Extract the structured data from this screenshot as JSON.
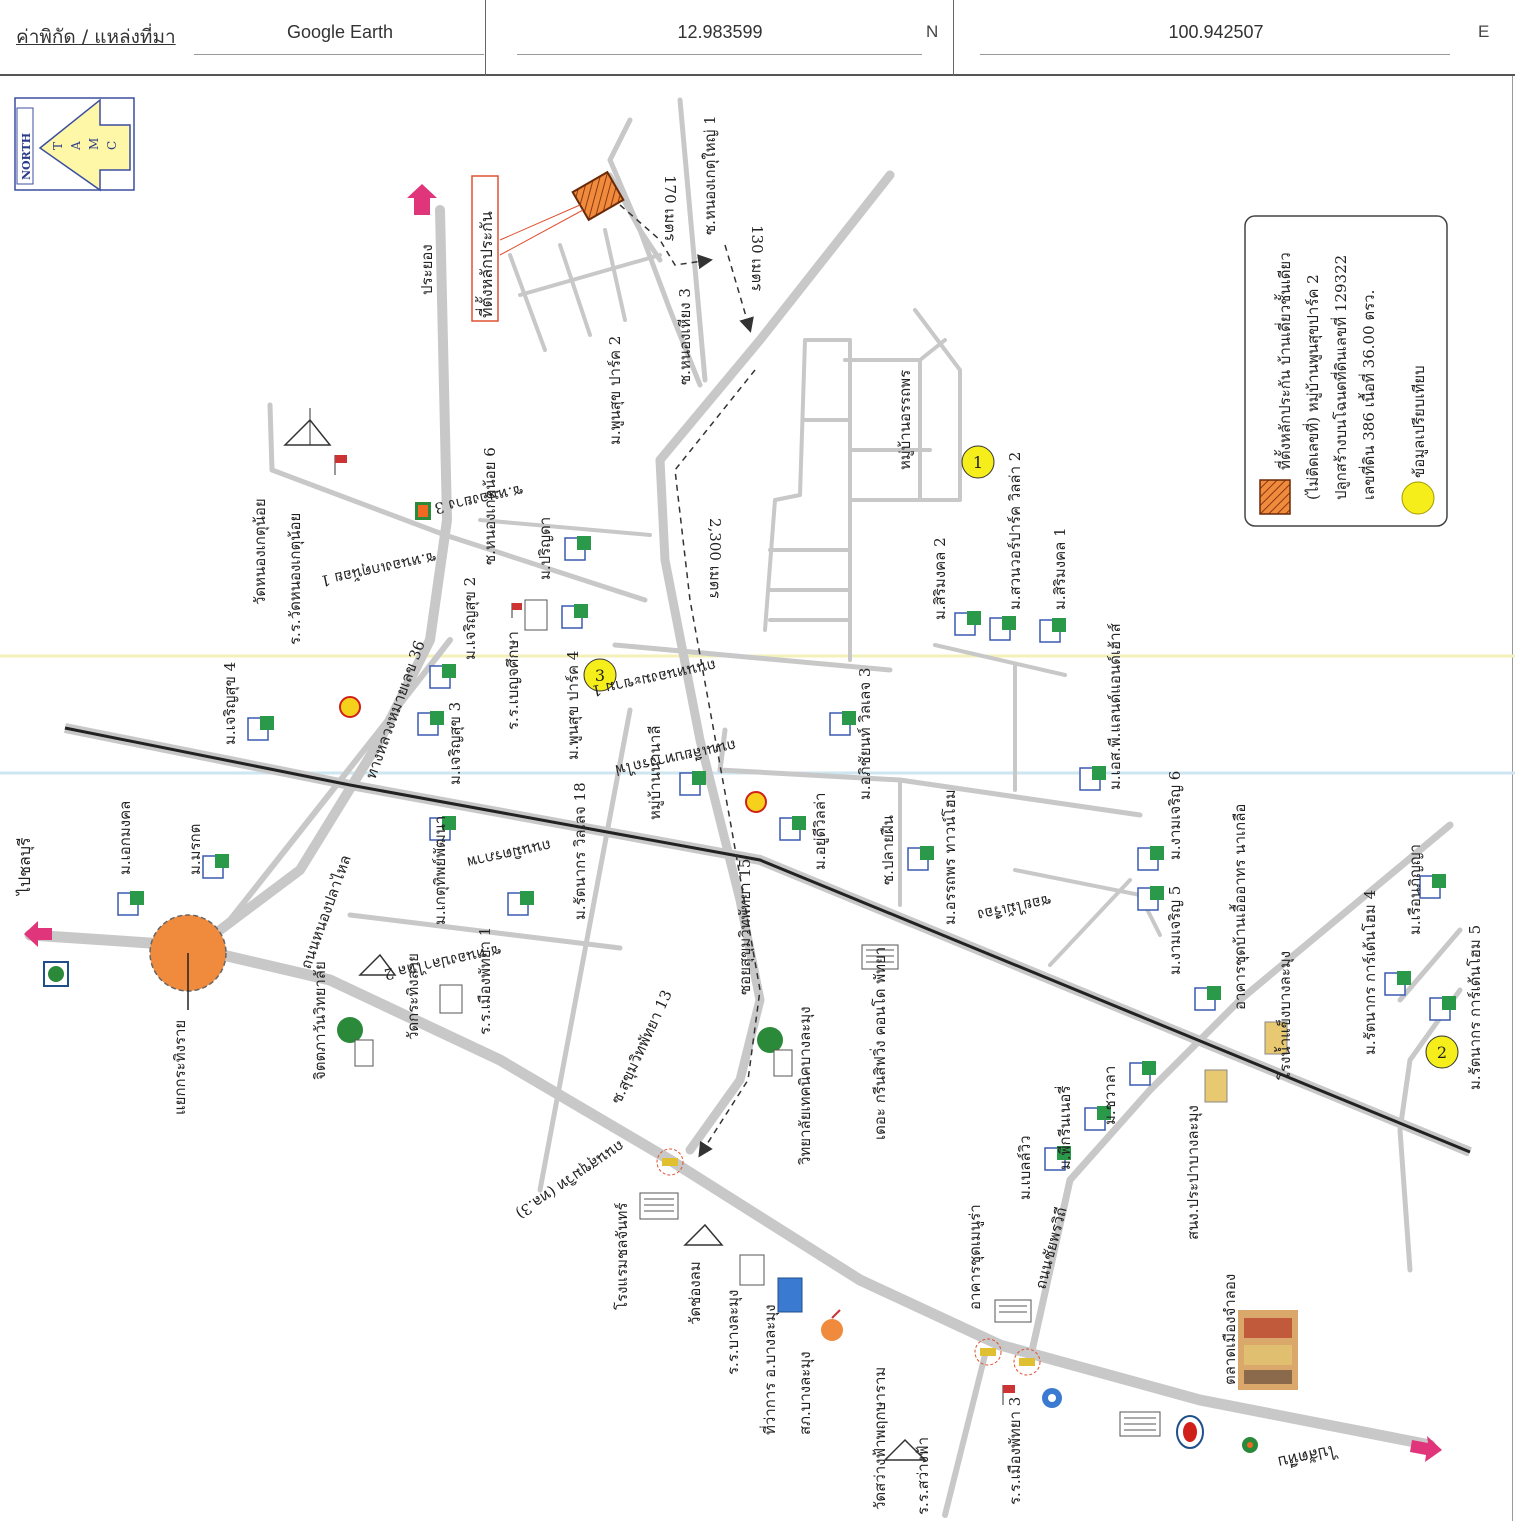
{
  "header": {
    "label": "ค่าพิกัด / แหล่งที่มา",
    "source": "Google Earth",
    "latitude": "12.983599",
    "lat_unit": "N",
    "longitude": "100.942507",
    "lon_unit": "E"
  },
  "compass": {
    "north_label": "NORTH",
    "letters": [
      "T",
      "A",
      "M",
      "C"
    ]
  },
  "legend": {
    "subject_line1": "ที่ตั้งหลักประกัน บ้านเดี่ยวชั้นเดียว",
    "subject_line2": "(ไม่ติดเลขที่) หมู่บ้านพูนสุขปาร์ค 2",
    "subject_line3": "ปลูกสร้างบนโฉนดที่ดินเลขที่ 129322",
    "subject_line4": "เลขที่ดิน 386 เนื้อที่ 36.00 ตรว.",
    "comparable_label": "ข้อมูลเปรียบเทียบ",
    "colors": {
      "subject": "#f08a3c",
      "comparable": "#f5ee1a"
    }
  },
  "markers": [
    "1",
    "2",
    "3"
  ],
  "distances": {
    "d1": "170 เมตร",
    "d2": "130 เมตร",
    "d3": "2,300 เมตร"
  },
  "subject_callout": "ที่ตั้งหลักประกัน",
  "directions": {
    "rayong": "ไประยอง",
    "chonburi": "ไปชลบุรี",
    "sattahip": "ไปสัตหีบ"
  },
  "labels": {
    "r1": "ซ.หนองเกตุใหญ่ 1",
    "r2": "ซ.หนองเหียง 3",
    "r3": "ม.พูนสุข ปาร์ค 2",
    "r4": "หมู่บ้านอรรถพร",
    "r5": "ม.สวนวอร์ปาร์ค วิลล่า 2",
    "r6": "ม.สิริมงคล 1",
    "r7": "ม.สิริมงคล 2",
    "r8": "ซ.หนองเกตุน้อย 6",
    "r9": "ซ.หนองเกตุน้อย 1",
    "r10": "ซ.หนองยาง 3",
    "r11": "ม.ปริญดา",
    "r12": "วัดหนองเกตุน้อย",
    "r13": "ร.ร.วัดหนองเกตุน้อย",
    "r14": "ทางหลวงหมายเลข 36",
    "r15": "ม.เจริญสุข 4",
    "r16": "ม.เจริญสุข 2",
    "r17": "ม.เจริญสุข 3",
    "r18": "ร.ร.เบญจศึกษา",
    "r19": "ม.พูนสุข ปาร์ค 4",
    "r20": "ถนนหนองมะขาม 1",
    "r21": "ม.อภิชัยนท์ วิลเลจ 3",
    "r22": "ถนนมิตรภาพ",
    "r23": "ถนนเลียบทางรถไฟ",
    "r24": "หมู่บ้านนานาลี",
    "r25": "ม.อยู่ดีวิลล่า",
    "r26": "ซ.ปลายฝืน",
    "r27": "ม.อรรถพร ทาวน์โฮม",
    "r28": "ม.เอส.พี.แลนด์แอนด์เฮ้าส์",
    "r29": "ม.งามเจริญ 6",
    "r30": "ม.งามเจริญ 5",
    "r31": "ซอยไม้เรือง",
    "r32": "ม.เอกมงคล",
    "r33": "ม.มรกต",
    "r34": "ถนนหนองปลาไหล",
    "r35": "ม.เกตุทิพย์พัฒนา",
    "r36": "ม.รัตนากร วิลเลจ 18",
    "r37": "ซ.หนองปลาไหล 2",
    "r38": "ร.ร.เมืองพัทยา 1",
    "r39": "วัดกระทิงลาย",
    "r40": "จิตตภาวันวิทยาลัย",
    "r41": "แยกกระทิงราย",
    "r42": "ถนนสุขุมวิท (ทล.3)",
    "r43": "ซ.สุขุมวิทพัทยา 13",
    "r44": "ซอยสุขุมวิทพัทยา 15",
    "r45": "วิทยาลัยเทคนิคบางละมุง",
    "r46": "เดอะ กรีนสิฟวิ่ง คอนโด พัทยา",
    "r47": "โรงแรมชลจันทร์",
    "r48": "วัดช่องลม",
    "r49": "ร.ร.บางละมุง",
    "r50": "ที่ว่าการ อ.บางละมุง",
    "r51": "สภ.บางละมุง",
    "r52": "วัดสว่างฟ้าพฤกษาราม",
    "r53": "อาคารชุดเมนูร่า",
    "r54": "ถนนชัยพรวิถี",
    "r55": "ร.ร.เมืองพัทยา 3",
    "r56": "ม.เบลล์วิว",
    "r57": "ม.พีกรีนเนอรี่",
    "r58": "ม.ชวาลา",
    "r59": "สนง.ประปาบางละมุง",
    "r60": "อาคารชุดบ้านเอื้ออาทร นาเกลือ",
    "r61": "โรงน้ำแข็งบางละมุง",
    "r62": "ม.รัตนากร การ์เด้นโฮม 4",
    "r63": "ม.รัตนากร การ์เด้นโฮม 5",
    "r64": "ม.เรือนภิญญา",
    "r65": "ตลาดเมืองจำลอง",
    "r66": "ร.ร.สว่างฟ้า",
    "r67": "ประยอง"
  }
}
